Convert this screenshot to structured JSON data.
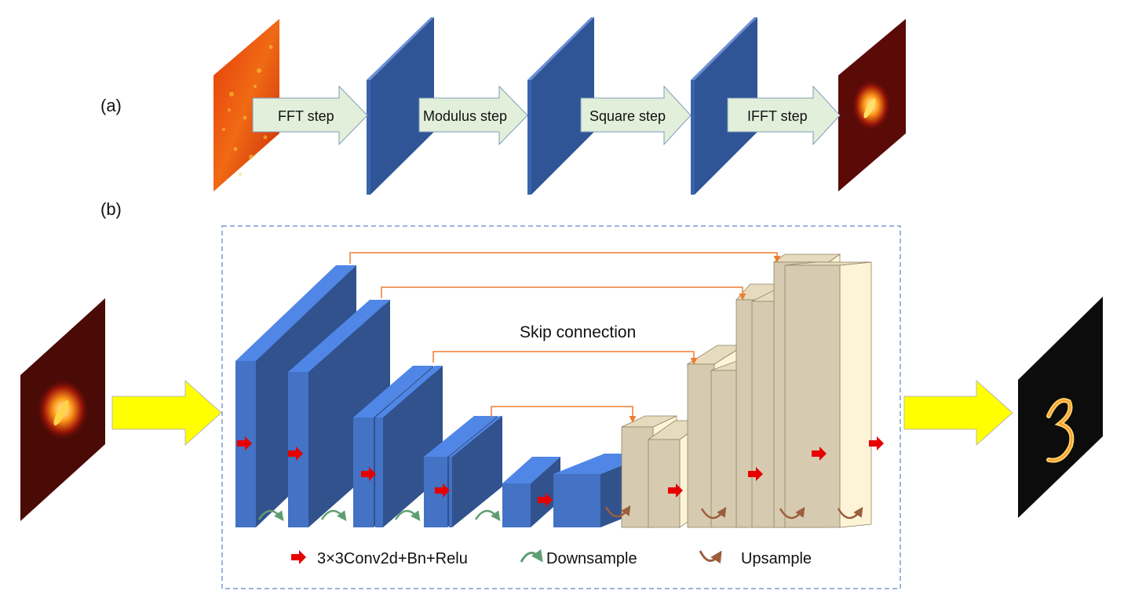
{
  "panel_a": {
    "label": "(a)",
    "steps": [
      "FFT step",
      "Modulus step",
      "Square step",
      "IFFT step"
    ]
  },
  "panel_b": {
    "label": "(b)",
    "skip_label": "Skip connection",
    "legend": {
      "conv": "3×3Conv2d+Bn+Relu",
      "down": "Downsample",
      "up": "Upsample"
    }
  },
  "colors": {
    "encoder_block": "#4472c4",
    "decoder_block": "#d6cbb0",
    "decoder_block_light": "#fdf3d6",
    "step_arrow": "#e2efda",
    "big_arrow": "#ffff00",
    "skip_line": "#ed7d31",
    "conv_arrow": "#e60000",
    "downsample_arrow": "#5e9e72",
    "upsample_arrow": "#9c5e3c"
  }
}
